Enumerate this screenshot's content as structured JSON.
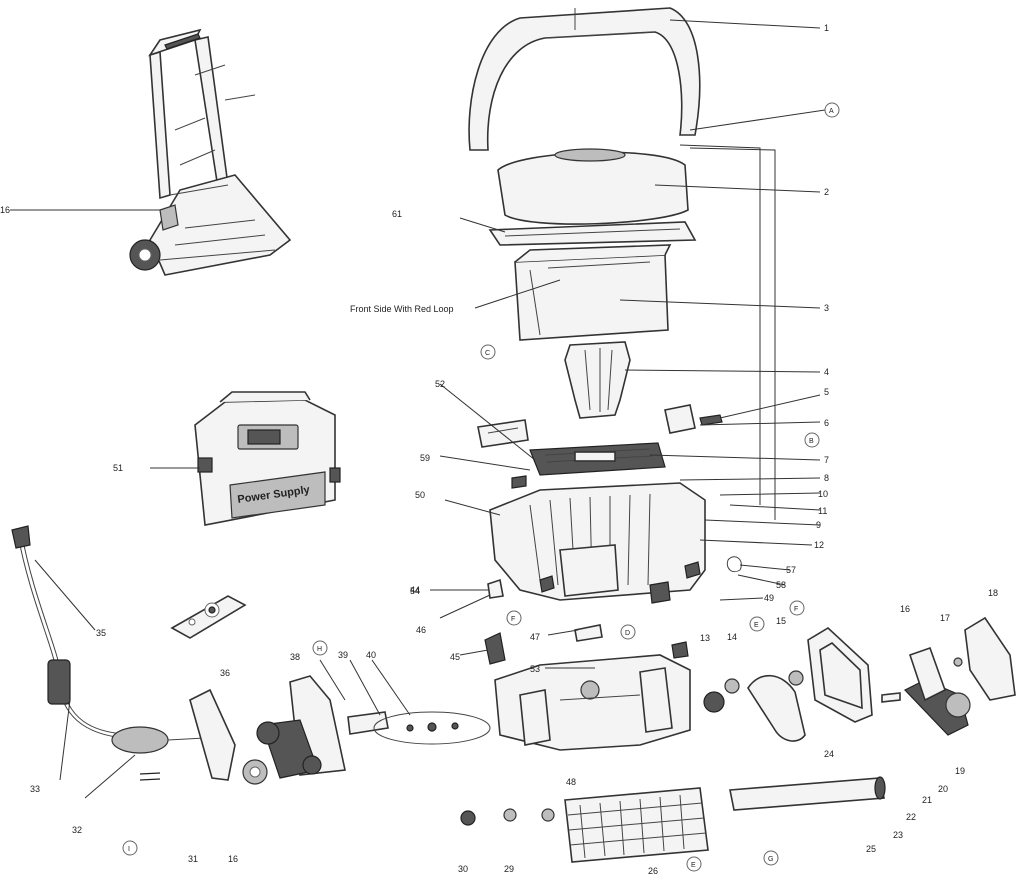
{
  "annotation": "Front Side With Red Loop",
  "callouts": [
    "1",
    "2",
    "3",
    "4",
    "5",
    "6",
    "7",
    "8",
    "9",
    "10",
    "11",
    "12",
    "13",
    "14",
    "15",
    "16",
    "16",
    "16",
    "17",
    "18",
    "19",
    "20",
    "21",
    "22",
    "23",
    "24",
    "25",
    "26",
    "29",
    "30",
    "31",
    "32",
    "33",
    "35",
    "36",
    "38",
    "39",
    "40",
    "44",
    "45",
    "46",
    "47",
    "48",
    "49",
    "50",
    "51",
    "52",
    "53",
    "54",
    "57",
    "58",
    "59",
    "61"
  ],
  "letter_refs": [
    "A",
    "B",
    "C",
    "D",
    "E",
    "F",
    "G",
    "H",
    "I",
    "E",
    "F"
  ],
  "power_supply_label": "Power Supply"
}
